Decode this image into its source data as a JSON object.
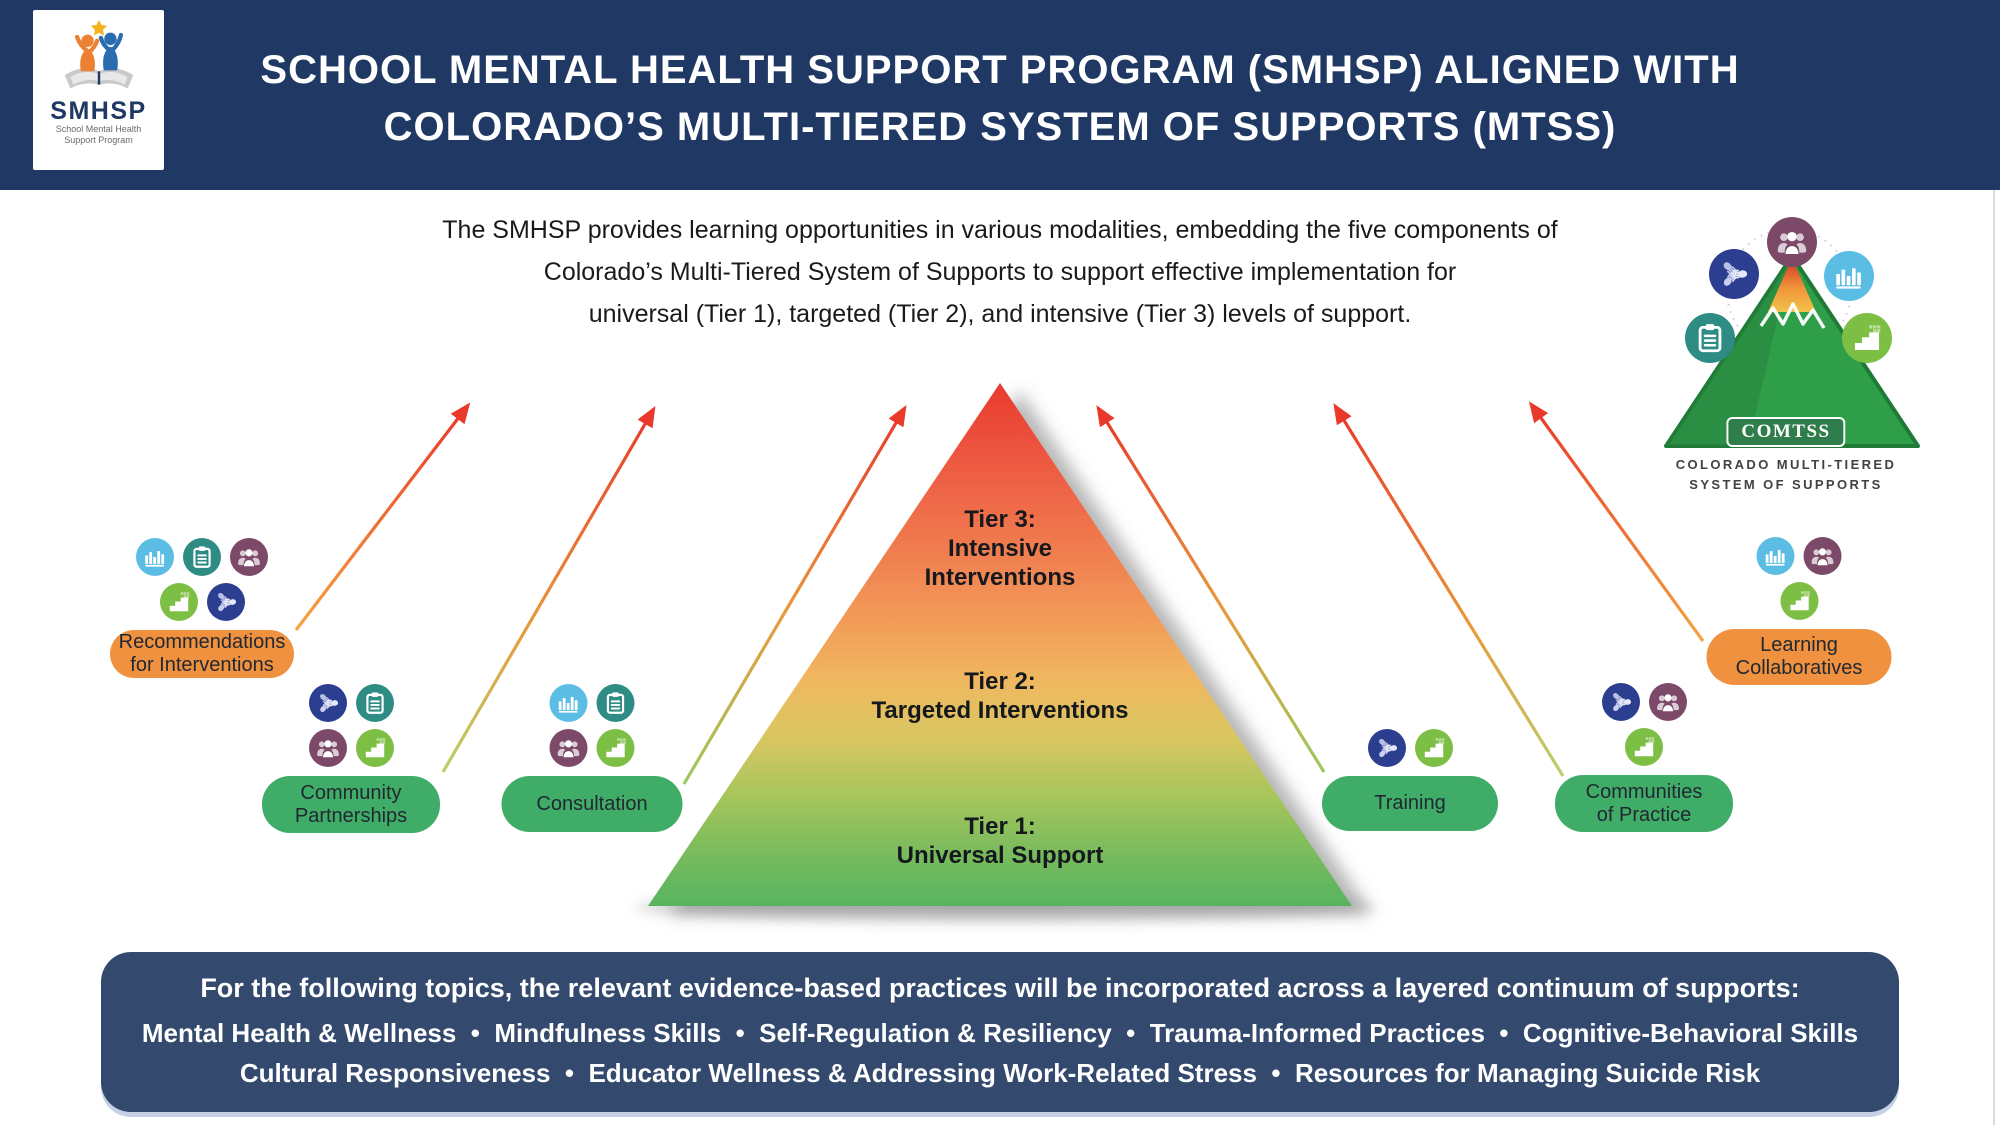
{
  "header": {
    "bg_color": "#203864",
    "logo": {
      "acronym": "SMHSP",
      "subtitle_line1": "School Mental Health",
      "subtitle_line2": "Support Program"
    },
    "title_line1": "SCHOOL MENTAL HEALTH SUPPORT PROGRAM (SMHSP) ALIGNED WITH",
    "title_line2": "COLORADO’S MULTI-TIERED SYSTEM OF SUPPORTS (MTSS)"
  },
  "intro": {
    "line1": "The SMHSP provides learning opportunities in various modalities, embedding the five components of",
    "line2": "Colorado’s Multi-Tiered System of Supports to support effective implementation for",
    "line3": "universal (Tier 1), targeted (Tier 2), and intensive (Tier 3) levels of support."
  },
  "comtss_logo": {
    "badge": "COMTSS",
    "caption_line1": "COLORADO MULTI-TIERED",
    "caption_line2": "SYSTEM OF SUPPORTS",
    "orbit_icons": [
      "group",
      "hands",
      "bar-chart",
      "clipboard",
      "steps"
    ]
  },
  "pyramid": {
    "tiers": [
      {
        "id": "tier-3",
        "lines": [
          "Tier 3:",
          "Intensive",
          "Interventions"
        ]
      },
      {
        "id": "tier-2",
        "lines": [
          "Tier 2:",
          "Targeted Interventions"
        ]
      },
      {
        "id": "tier-1",
        "lines": [
          "Tier 1:",
          "Universal Support"
        ]
      }
    ]
  },
  "modalities": [
    {
      "id": "recommendations-for-interventions",
      "label_lines": [
        "Recommendations",
        "for Interventions"
      ],
      "color": "orange",
      "icon_rows": [
        [
          "bar-chart",
          "clipboard",
          "group"
        ],
        [
          "steps",
          "hands"
        ]
      ]
    },
    {
      "id": "community-partnerships",
      "label_lines": [
        "Community",
        "Partnerships"
      ],
      "color": "green",
      "icon_rows": [
        [
          "hands",
          "clipboard"
        ],
        [
          "group",
          "steps"
        ]
      ]
    },
    {
      "id": "consultation",
      "label_lines": [
        "Consultation"
      ],
      "color": "green",
      "icon_rows": [
        [
          "bar-chart",
          "clipboard"
        ],
        [
          "group",
          "steps"
        ]
      ]
    },
    {
      "id": "training",
      "label_lines": [
        "Training"
      ],
      "color": "green",
      "icon_rows": [
        [
          "hands",
          "steps"
        ]
      ]
    },
    {
      "id": "communities-of-practice",
      "label_lines": [
        "Communities",
        "of Practice"
      ],
      "color": "green",
      "icon_rows": [
        [
          "hands",
          "group"
        ],
        [
          "steps"
        ]
      ]
    },
    {
      "id": "learning-collaboratives",
      "label_lines": [
        "Learning",
        "Collaboratives"
      ],
      "color": "orange",
      "icon_rows": [
        [
          "bar-chart",
          "group"
        ],
        [
          "steps"
        ]
      ]
    }
  ],
  "footer": {
    "line1": "For the following topics, the relevant evidence-based practices will be incorporated across a layered continuum of supports:",
    "line2": "Mental Health & Wellness  •  Mindfulness Skills  •  Self-Regulation & Resiliency  •  Trauma-Informed Practices  •  Cognitive-Behavioral Skills",
    "line3": "Cultural Responsiveness  •  Educator Wellness & Addressing Work-Related Stress  •  Resources for Managing Suicide Risk"
  },
  "colors": {
    "header_navy": "#203864",
    "footer_navy": "#33496E",
    "pill_orange": "#F0913F",
    "pill_green": "#3FAD68",
    "arrow_red": "#E8392B",
    "pyramid_top_red": "#E93A2F",
    "pyramid_bottom_green": "#57B45F",
    "icon_bar_chart_blue": "#5BBDE4",
    "icon_clipboard_teal": "#2F8C85",
    "icon_group_purple": "#7C4A68",
    "icon_steps_green": "#7DBE44",
    "icon_hands_indigo": "#2C3E8F",
    "comtss_green": "#2F7D4B"
  }
}
